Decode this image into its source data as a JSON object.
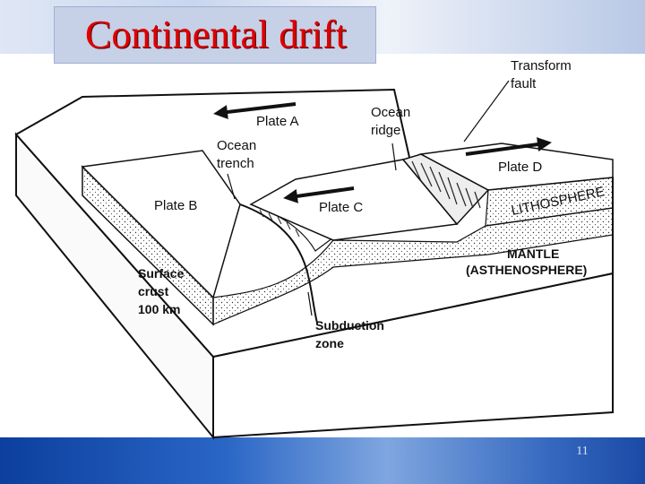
{
  "slide": {
    "title": "Continental drift",
    "number": "11"
  },
  "diagram": {
    "labels": {
      "plate_a": "Plate  A",
      "plate_b": "Plate  B",
      "plate_c": "Plate  C",
      "plate_d": "Plate  D",
      "ocean_trench_1": "Ocean",
      "ocean_trench_2": "trench",
      "ocean_ridge_1": "Ocean",
      "ocean_ridge_2": "ridge",
      "transform_fault_1": "Transform",
      "transform_fault_2": "fault",
      "lithosphere": "LITHOSPHERE",
      "mantle_1": "MANTLE",
      "mantle_2": "(ASTHENOSPHERE)",
      "surface_crust_1": "Surface",
      "surface_crust_2": "crust",
      "surface_crust_3": "100 km",
      "subduction_1": "Subduction",
      "subduction_2": "zone"
    }
  },
  "colors": {
    "title": "#e00000",
    "background": "#1f4fa8",
    "panel": "#ffffff"
  }
}
